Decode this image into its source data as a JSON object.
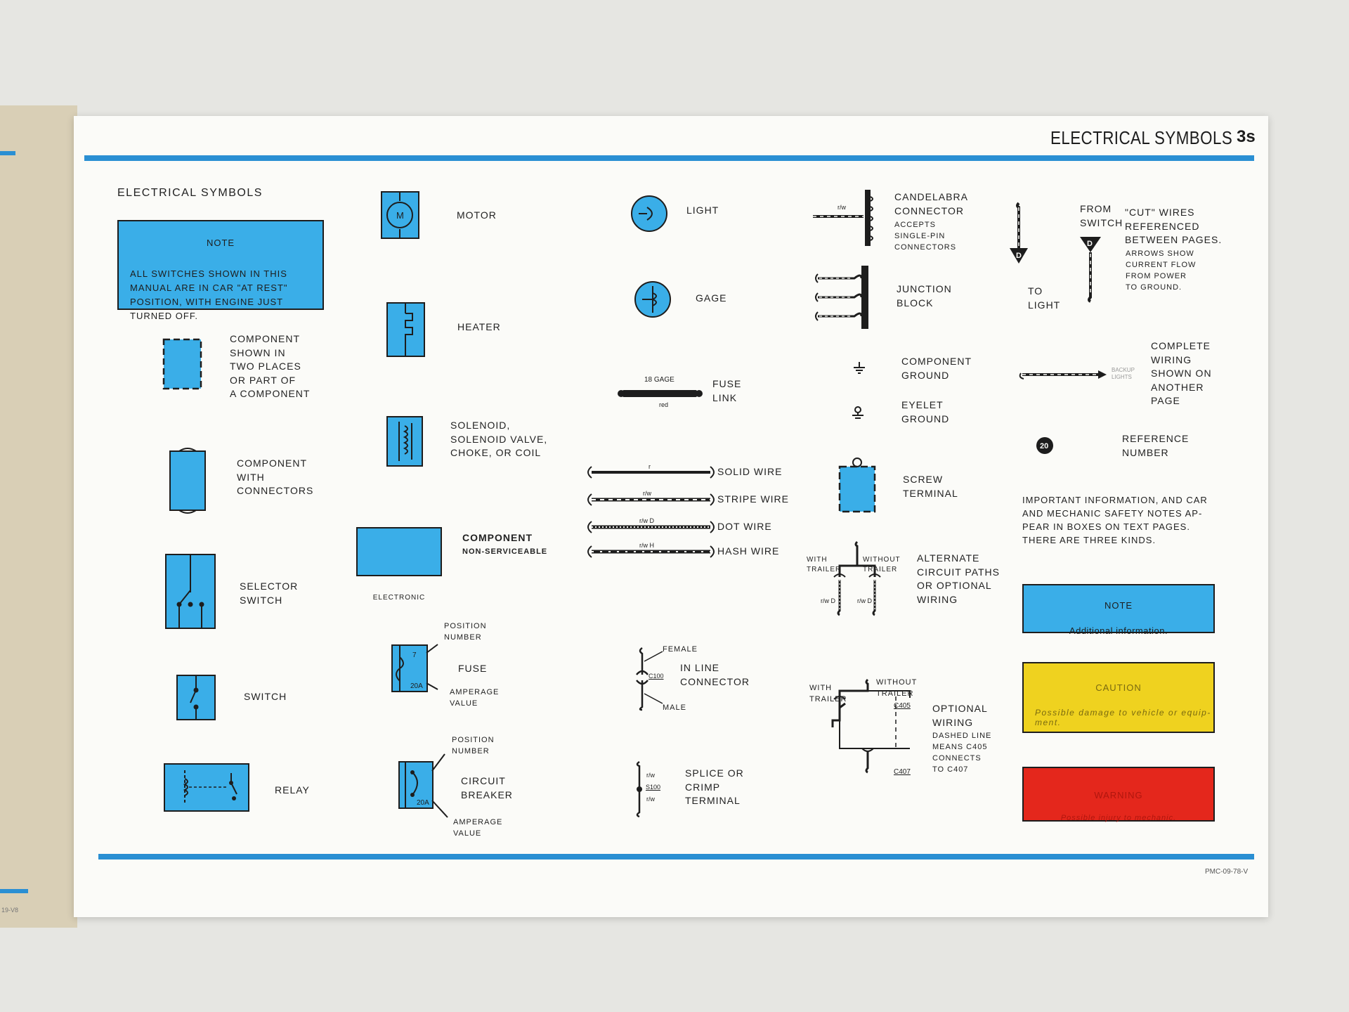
{
  "page": {
    "header_title": "ELECTRICAL SYMBOLS",
    "page_number": "3s",
    "section_heading": "ELECTRICAL SYMBOLS",
    "footer_code": "PMC-09-78-V",
    "left_page_footer": "19-V8"
  },
  "note_box": {
    "title": "NOTE",
    "body": "ALL SWITCHES SHOWN IN THIS\nMANUAL ARE IN CAR \"AT REST\"\nPOSITION, WITH ENGINE JUST\nTURNED OFF."
  },
  "col1": {
    "component_two_places": "COMPONENT\nSHOWN IN\nTWO PLACES\nOR PART OF\nA COMPONENT",
    "component_connectors": "COMPONENT\nWITH\nCONNECTORS",
    "selector_switch": "SELECTOR\nSWITCH",
    "switch": "SWITCH",
    "relay": "RELAY"
  },
  "col2": {
    "motor": "MOTOR",
    "motor_symbol": "M",
    "heater": "HEATER",
    "solenoid": "SOLENOID,\nSOLENOID VALVE,\nCHOKE, OR COIL",
    "electronic_box": "ELECTRONIC",
    "component_ns_1": "COMPONENT",
    "component_ns_2": "NON-SERVICEABLE",
    "fuse_position": "POSITION\nNUMBER",
    "fuse": "FUSE",
    "fuse_amperage": "AMPERAGE\nVALUE",
    "fuse_num": "7",
    "fuse_amp": "20A",
    "cb_position": "POSITION\nNUMBER",
    "circuit_breaker": "CIRCUIT\nBREAKER",
    "cb_amperage": "AMPERAGE\nVALUE",
    "cb_amp": "20A"
  },
  "col3": {
    "light": "LIGHT",
    "gage": "GAGE",
    "fuse_link": "FUSE\nLINK",
    "fuse_link_gage": "18 GAGE",
    "fuse_link_color": "red",
    "solid_wire": "SOLID WIRE",
    "stripe_wire": "STRIPE WIRE",
    "dot_wire": "DOT WIRE",
    "hash_wire": "HASH WIRE",
    "solid_code": "r",
    "stripe_code": "r/w",
    "dot_code": "r/w D",
    "hash_code": "r/w H",
    "female": "FEMALE",
    "in_line_connector": "IN LINE\nCONNECTOR",
    "male": "MALE",
    "connector_code": "C100",
    "splice": "SPLICE OR\nCRIMP\nTERMINAL",
    "splice_code": "S100",
    "splice_wire": "r/w"
  },
  "col4": {
    "candelabra": "CANDELABRA\nCONNECTOR",
    "candelabra_sub": "ACCEPTS\nSINGLE-PIN\nCONNECTORS",
    "candelabra_wire": "r/w",
    "junction_block": "JUNCTION\nBLOCK",
    "component_ground": "COMPONENT\nGROUND",
    "eyelet_ground": "EYELET\nGROUND",
    "screw_terminal": "SCREW\nTERMINAL",
    "with_trailer": "WITH\nTRAILER",
    "without_trailer": "WITHOUT\nTRAILER",
    "alt_wire_code": "r/w D",
    "alternate_paths": "ALTERNATE\nCIRCUIT PATHS\nOR OPTIONAL\nWIRING",
    "opt_with_trailer": "WITH\nTRAILER",
    "opt_without_trailer": "WITHOUT\nTRAILER",
    "c405": "C405",
    "c407": "C407",
    "optional_wiring": "OPTIONAL\nWIRING",
    "optional_desc": "DASHED LINE\nMEANS C405\nCONNECTS\nTO C407"
  },
  "col5": {
    "from_switch": "FROM\nSWITCH",
    "to_light": "TO\nLIGHT",
    "cut_wires": "\"CUT\" WIRES\nREFERENCED\nBETWEEN PAGES.",
    "cut_wires_sub": "ARROWS SHOW\nCURRENT FLOW\nFROM POWER\nTO GROUND.",
    "cut_marker": "D",
    "complete_wiring": "COMPLETE\nWIRING\nSHOWN ON\nANOTHER\nPAGE",
    "backup_lights": "BACKUP\nLIGHTS",
    "reference_number": "REFERENCE\nNUMBER",
    "reference_value": "20",
    "important_info": "IMPORTANT INFORMATION, AND CAR\nAND MECHANIC SAFETY NOTES AP-\nPEAR IN BOXES ON TEXT PAGES.\nTHERE ARE THREE KINDS.",
    "note_title": "NOTE",
    "note_body": "Additional information.",
    "caution_title": "CAUTION",
    "caution_body": "Possible damage to vehicle or equip-\nment.",
    "warning_title": "WARNING",
    "warning_body": "Possible injury to mechanic."
  },
  "colors": {
    "symbol_blue": "#3aaee8",
    "rule_blue": "#2a8fd3",
    "caution_yellow": "#efd21f",
    "warning_red": "#e4271c"
  }
}
